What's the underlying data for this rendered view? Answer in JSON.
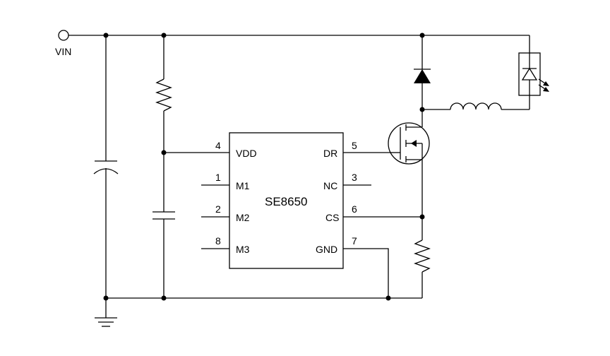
{
  "input_label": "VIN",
  "ic": {
    "name": "SE8650",
    "pins": {
      "vdd": {
        "name": "VDD",
        "number": "4"
      },
      "m1": {
        "name": "M1",
        "number": "1"
      },
      "m2": {
        "name": "M2",
        "number": "2"
      },
      "m3": {
        "name": "M3",
        "number": "8"
      },
      "dr": {
        "name": "DR",
        "number": "5"
      },
      "nc": {
        "name": "NC",
        "number": "3"
      },
      "cs": {
        "name": "CS",
        "number": "6"
      },
      "gnd": {
        "name": "GND",
        "number": "7"
      }
    }
  }
}
